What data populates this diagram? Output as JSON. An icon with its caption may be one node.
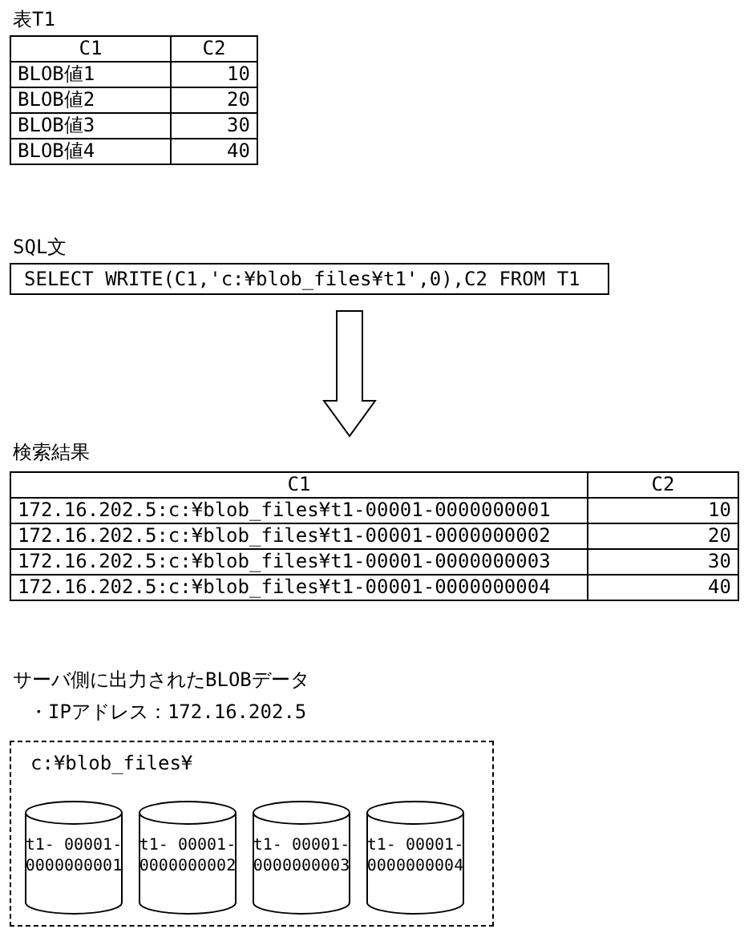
{
  "diagram": {
    "nodes": [
      {
        "text": [
          "SQL文",
          "SELECT WRITE(C1,'c:¥blob_files¥t1',0),C2 FROM T1"
        ]
      },
      {
        "text": [
          "検索結果"
        ]
      },
      {
        "text": [
          "c:¥blob_files¥"
        ]
      },
      {
        "text": [
          "t1- 00001- 0000000001"
        ],
        "in": 2
      },
      {
        "text": [
          "t1- 00001- 0000000002"
        ],
        "in": 2
      },
      {
        "text": [
          "t1- 00001- 0000000003"
        ],
        "in": 2
      },
      {
        "text": [
          "t1- 00001- 0000000004"
        ],
        "in": 2
      }
    ],
    "edges": [
      {
        "from": 0,
        "to": 1,
        "arrow": "to"
      }
    ],
    "labels": [
      "表T1",
      "C1",
      "C2",
      "BLOB値1",
      "10",
      "BLOB値2",
      "20",
      "BLOB値3",
      "30",
      "BLOB値4",
      "40",
      "C1",
      "C2",
      "172.16.202.5:c:¥blob_files¥t1-00001-0000000001",
      "10",
      "172.16.202.5:c:¥blob_files¥t1-00001-0000000002",
      "20",
      "172.16.202.5:c:¥blob_files¥t1-00001-0000000003",
      "30",
      "172.16.202.5:c:¥blob_files¥t1-00001-0000000004",
      "40",
      "サーバ側に出力されたBLOBデータ",
      "・IPアドレス：172.16.202.5"
    ]
  }
}
